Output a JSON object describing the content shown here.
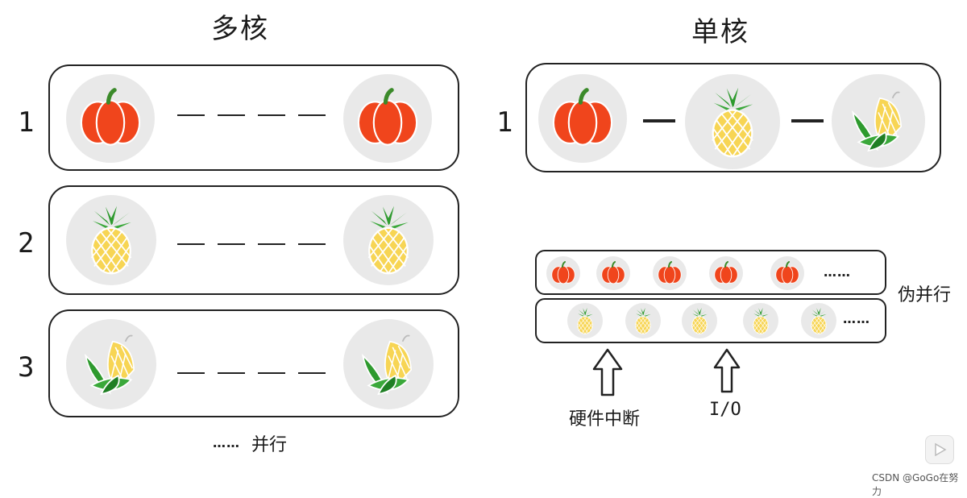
{
  "left": {
    "title": "多核",
    "rows": [
      {
        "num": "1",
        "fruit": "pumpkin"
      },
      {
        "num": "2",
        "fruit": "pineapple"
      },
      {
        "num": "3",
        "fruit": "corn"
      }
    ],
    "footer_dots": "……",
    "footer_label": "并行"
  },
  "right": {
    "title": "单核",
    "row_num": "1",
    "pseudo_label": "伪并行",
    "strip_dots": "……",
    "strip2_dots": "……",
    "arrow1_label": "硬件中断",
    "arrow2_label": "I/O"
  },
  "watermark": "CSDN @GoGo在努力",
  "colors": {
    "pumpkin": "#f0451c",
    "pineapple": "#f7d554",
    "leaf": "#2e9a2e",
    "circle": "#e9e9e9",
    "stroke": "#222222"
  },
  "icons": [
    "pumpkin-icon",
    "pineapple-icon",
    "corn-icon",
    "up-arrow-icon",
    "play-icon"
  ]
}
